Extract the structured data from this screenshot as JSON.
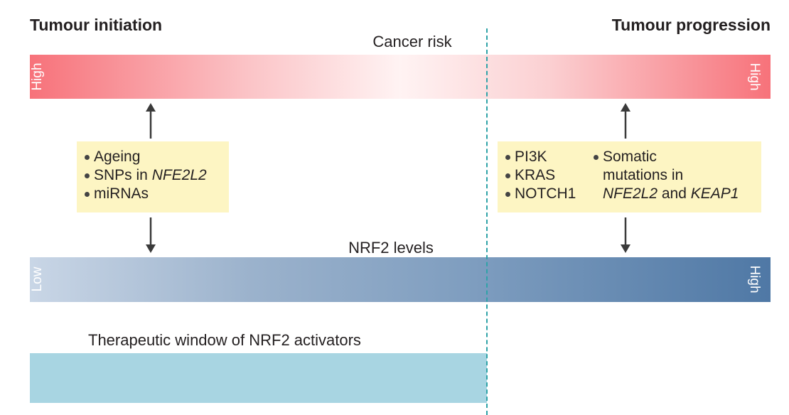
{
  "headings": {
    "left": "Tumour initiation",
    "right": "Tumour progression"
  },
  "cancer_risk": {
    "title": "Cancer risk",
    "left_label": "High",
    "right_label": "High",
    "color": "#f7727a"
  },
  "nrf2_levels": {
    "title": "NRF2 levels",
    "left_label": "Low",
    "right_label": "High",
    "color": "#4f78a5"
  },
  "initiation_factors": {
    "item1": "Ageing",
    "item2_prefix": "SNPs in ",
    "item2_gene": "NFE2L2",
    "item3": "miRNAs"
  },
  "progression_factors": {
    "col1": [
      "PI3K",
      "KRAS",
      "NOTCH1"
    ],
    "somatic_line1": "Somatic",
    "somatic_line2": "mutations in",
    "gene1": "NFE2L2",
    "conj": " and ",
    "gene2": "KEAP1"
  },
  "therapeutic_window": {
    "label": "Therapeutic window of NRF2 activators",
    "color": "#a8d5e2"
  },
  "colors": {
    "factor_box": "#fdf5c3",
    "divider": "#2fa3a8",
    "arrow": "#3a3a3a"
  }
}
